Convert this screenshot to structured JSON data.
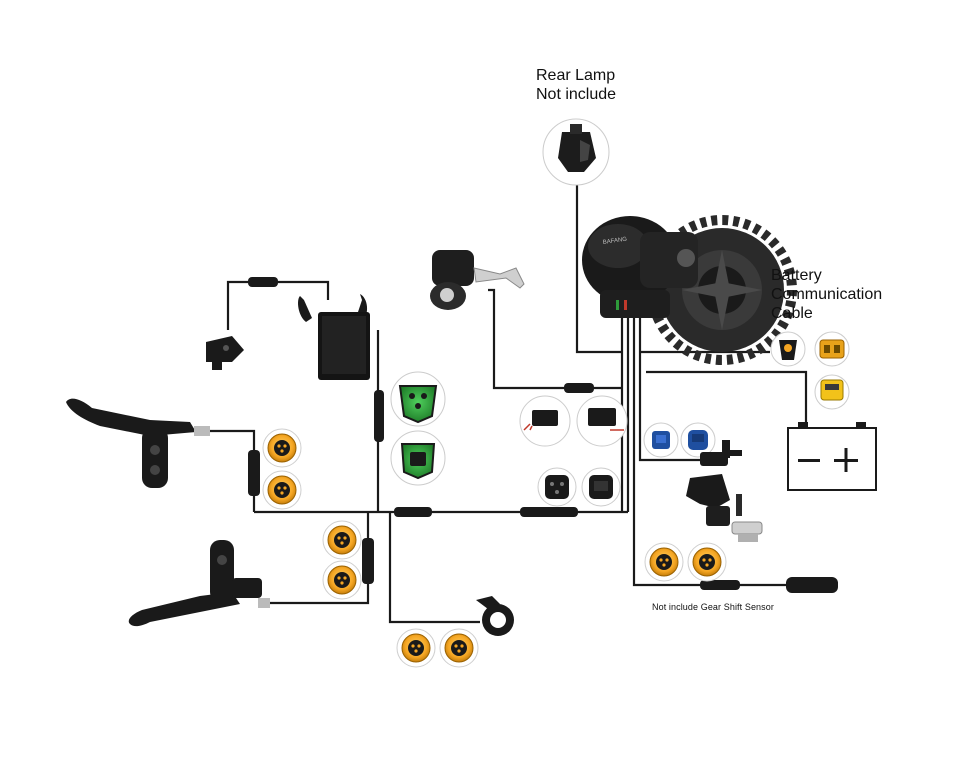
{
  "labels": {
    "rear_lamp_line1": "Rear Lamp",
    "rear_lamp_line2": "Not include",
    "battery_line1": "Battery",
    "battery_line2": "Communication",
    "battery_line3": "Cable",
    "gear_sensor_note": "Not include Gear Shift Sensor"
  },
  "motor_brand": "BAFANG",
  "battery_symbol": "— +",
  "colors": {
    "cable": "#1a1a1a",
    "connector_yellow": "#f5a623",
    "connector_green": "#2e9b3a",
    "connector_blue": "#1f4fa0",
    "red_wire": "#c0392b"
  },
  "icons": [
    "rear-lamp-icon",
    "front-light-icon",
    "display-icon",
    "remote-button-icon",
    "brake-lever-icon",
    "throttle-icon",
    "motor-icon",
    "chainring-icon",
    "battery-icon",
    "speed-sensor-icon",
    "gear-shift-sensor-icon"
  ]
}
